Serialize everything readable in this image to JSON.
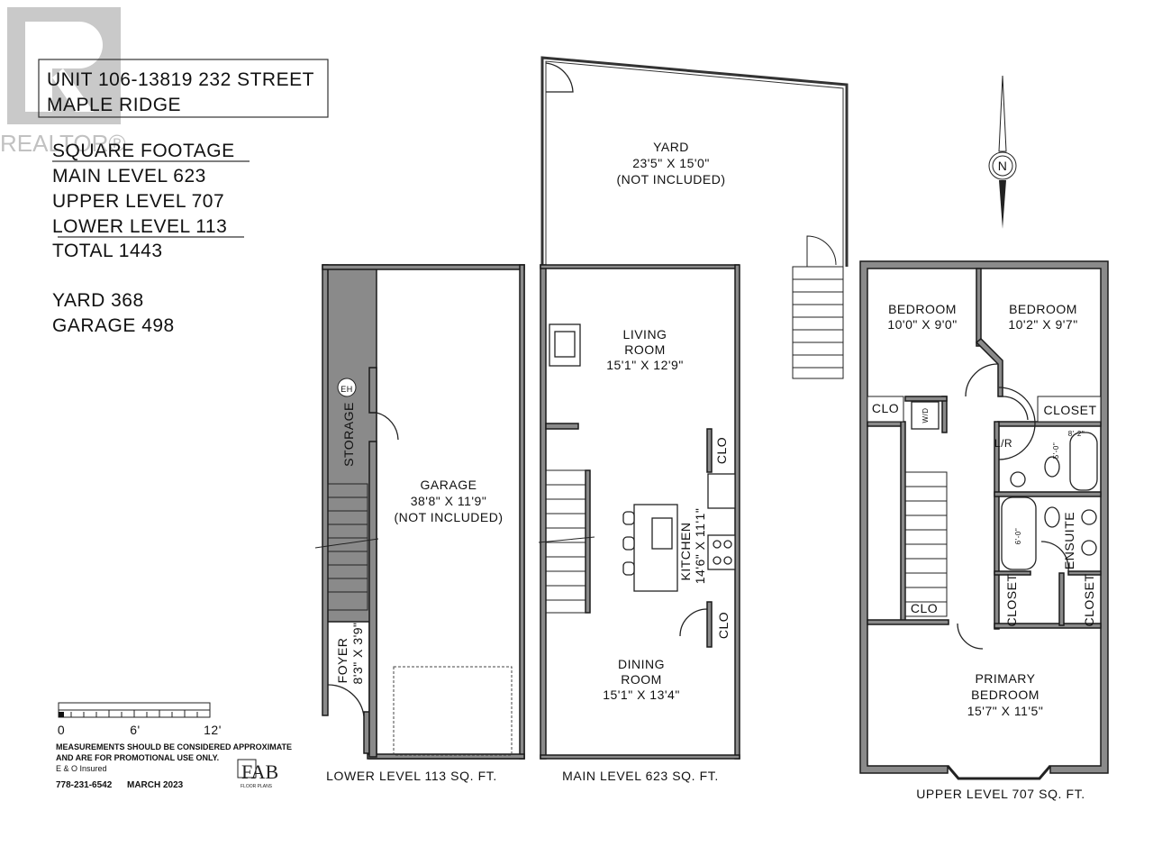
{
  "watermark": {
    "logo_text": "REALTOR®"
  },
  "address": {
    "line1": "UNIT 106-13819 232 STREET",
    "line2": "MAPLE RIDGE"
  },
  "square_footage": {
    "heading": "SQUARE FOOTAGE",
    "main": "MAIN LEVEL 623",
    "upper": "UPPER LEVEL 707",
    "lower": "LOWER LEVEL 113",
    "total": "TOTAL 1443",
    "yard": "YARD 368",
    "garage": "GARAGE 498"
  },
  "scale": {
    "ticks": [
      "0",
      "6'",
      "12'"
    ]
  },
  "disclaimer": {
    "line1": "MEASUREMENTS SHOULD BE CONSIDERED APPROXIMATE",
    "line2": "AND ARE FOR PROMOTIONAL USE ONLY.",
    "line3": "E & O Insured",
    "phone": "778-231-6542",
    "date": "MARCH 2023"
  },
  "brand": {
    "logo_text": "FAB",
    "sub": "FLOOR PLANS"
  },
  "compass": {
    "letter": "N"
  },
  "lower_level": {
    "caption": "LOWER LEVEL 113 SQ. FT.",
    "storage": "STORAGE",
    "eh": "EH",
    "garage": {
      "name": "GARAGE",
      "dims": "38'8\" X 11'9\"",
      "note": "(NOT INCLUDED)"
    },
    "foyer": {
      "name": "FOYER",
      "dims": "8'3\" X 3'9\""
    }
  },
  "main_level": {
    "caption": "MAIN LEVEL 623 SQ. FT.",
    "yard": {
      "name": "YARD",
      "dims": "23'5\" X 15'0\"",
      "note": "(NOT INCLUDED)"
    },
    "living": {
      "name": "LIVING",
      "name2": "ROOM",
      "dims": "15'1\" X 12'9\""
    },
    "kitchen": {
      "name": "KITCHEN",
      "dims": "14'6\" X 11'1\""
    },
    "dining": {
      "name": "DINING",
      "name2": "ROOM",
      "dims": "15'1\" X 13'4\""
    },
    "clo1": "CLO",
    "clo2": "CLO"
  },
  "upper_level": {
    "caption": "UPPER LEVEL 707 SQ. FT.",
    "bedroom1": {
      "name": "BEDROOM",
      "dims": "10'0\" X 9'0\""
    },
    "bedroom2": {
      "name": "BEDROOM",
      "dims": "10'2\" X 9'7\""
    },
    "clo_left": "CLO",
    "closet_right": "CLOSET",
    "wd": "W/D",
    "lr": "L/R",
    "bath_dim1": "8'-2\"",
    "bath_dim2": "5'-0\"",
    "tub_dim": "6'-0\"",
    "ensuite": "ENSUITE",
    "closet_a": "CLOSET",
    "closet_b": "CLOSET",
    "clo_lower": "CLO",
    "primary": {
      "name": "PRIMARY",
      "name2": "BEDROOM",
      "dims": "15'7\" X 11'5\""
    }
  }
}
